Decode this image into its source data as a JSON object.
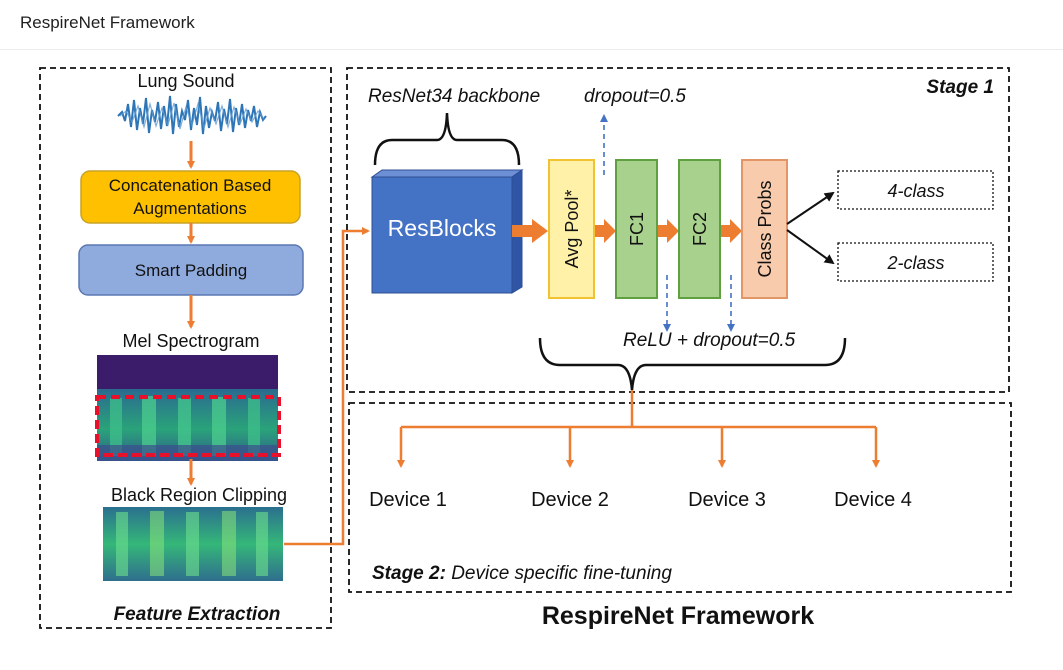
{
  "page_header": {
    "title": "RespireNet Framework"
  },
  "feature_extraction": {
    "title": "Feature Extraction",
    "lung_sound_label": "Lung Sound",
    "augmentation_label_line1": "Concatenation Based",
    "augmentation_label_line2": "Augmentations",
    "padding_label": "Smart Padding",
    "mel_label": "Mel Spectrogram",
    "clipping_label": "Black Region Clipping"
  },
  "stage1": {
    "title": "Stage 1",
    "backbone_label": "ResNet34 backbone",
    "resblocks_label": "ResBlocks",
    "dropout_top_label": "dropout=0.5",
    "avgpool_label": "Avg Pool*",
    "fc1_label": "FC1",
    "fc2_label": "FC2",
    "classprobs_label": "Class Probs",
    "output_4class": "4-class",
    "output_2class": "2-class",
    "relu_label": "ReLU + dropout=0.5"
  },
  "stage2": {
    "title_bold": "Stage 2:",
    "title_rest": " Device specific fine-tuning",
    "devices": [
      "Device 1",
      "Device 2",
      "Device 3",
      "Device 4"
    ]
  },
  "footer_title": "RespireNet Framework",
  "colors": {
    "orange_arrow": "#ed7d31",
    "augment_fill": "#ffc000",
    "padding_fill": "#8faadc",
    "resblock_fill": "#4472c4",
    "avgpool_fill": "#fff2a8",
    "fc_fill": "#a9d18e",
    "classprobs_fill": "#f8cbad",
    "dash_blue": "#4472c4"
  }
}
